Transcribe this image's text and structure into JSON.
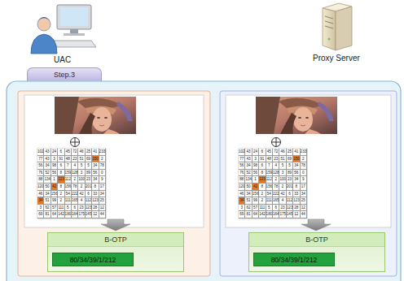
{
  "diagram": {
    "nodes": [
      {
        "text": [
          "Step.3"
        ]
      },
      {
        "text": [
          "B-OTP"
        ]
      },
      {
        "text": [
          "80/34/39/1/212"
        ],
        "in": 1
      },
      {
        "text": [
          "B-OTP"
        ]
      },
      {
        "text": [
          "80/34/39/1/212"
        ],
        "in": 3
      }
    ],
    "labels": [
      "UAC",
      "Proxy Server",
      "102",
      "43",
      "24",
      "6",
      "45",
      "72",
      "46",
      "25",
      "41",
      "233",
      "77",
      "43",
      "3",
      "91",
      "48",
      "23",
      "51",
      "69",
      "150",
      "2",
      "56",
      "34",
      "98",
      "6",
      "7",
      "4",
      "5",
      "5",
      "34",
      "78",
      "76",
      "52",
      "56",
      "8",
      "159",
      "128",
      "3",
      "89",
      "56",
      "0",
      "88",
      "134",
      "1",
      "123",
      "112",
      "2",
      "100",
      "23",
      "34",
      "9",
      "120",
      "50",
      "42",
      "8",
      "156",
      "78",
      "2",
      "201",
      "8",
      "17",
      "46",
      "34",
      "156",
      "2",
      "54",
      "222",
      "42",
      "6",
      "33",
      "34",
      "34",
      "51",
      "99",
      "2",
      "111",
      "165",
      "4",
      "112",
      "123",
      "25",
      "3",
      "62",
      "57",
      "111",
      "5",
      "6",
      "23",
      "123",
      "28",
      "12",
      "69",
      "81",
      "64",
      "142",
      "180",
      "164",
      "175",
      "145",
      "12",
      "44",
      "102",
      "43",
      "24",
      "6",
      "45",
      "72",
      "46",
      "25",
      "41",
      "233",
      "77",
      "43",
      "3",
      "91",
      "48",
      "23",
      "51",
      "69",
      "150",
      "2",
      "56",
      "34",
      "98",
      "6",
      "7",
      "4",
      "5",
      "5",
      "34",
      "78",
      "76",
      "52",
      "56",
      "8",
      "159",
      "128",
      "3",
      "89",
      "56",
      "0",
      "88",
      "134",
      "1",
      "123",
      "112",
      "2",
      "100",
      "23",
      "34",
      "9",
      "120",
      "50",
      "42",
      "8",
      "156",
      "78",
      "2",
      "201",
      "8",
      "17",
      "46",
      "34",
      "156",
      "2",
      "54",
      "222",
      "42",
      "6",
      "33",
      "34",
      "34",
      "51",
      "99",
      "2",
      "111",
      "165",
      "4",
      "112",
      "123",
      "25",
      "3",
      "62",
      "57",
      "111",
      "5",
      "6",
      "23",
      "123",
      "28",
      "12",
      "69",
      "81",
      "64",
      "142",
      "180",
      "164",
      "175",
      "145",
      "12",
      "44"
    ]
  }
}
